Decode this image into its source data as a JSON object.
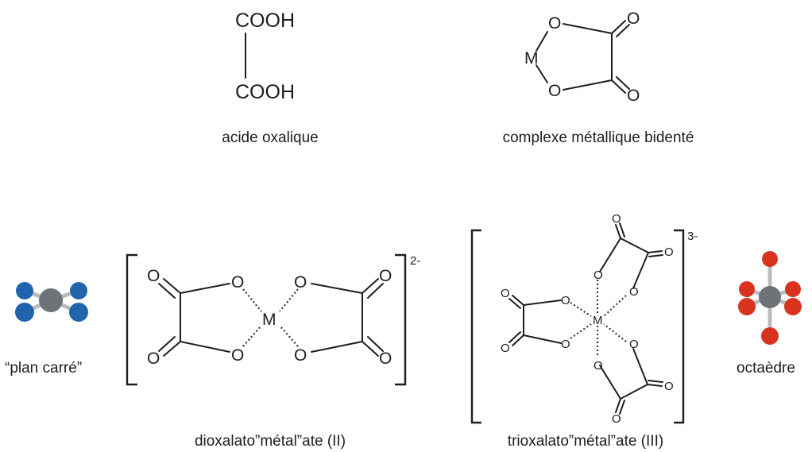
{
  "captions": {
    "oxalic_acid": "acide oxalique",
    "bidentate": "complexe métallique bidenté",
    "square_plane": "“plan carré”",
    "octahedron": "octaèdre",
    "dioxalato": "dioxalato”métal”ate (II)",
    "trioxalato": "trioxalato”métal”ate (III)"
  },
  "atoms": {
    "cooh": "COOH",
    "oxygen": "O",
    "metal": "M"
  },
  "charges": {
    "dioxalato": "2-",
    "trioxalato": "3-"
  },
  "colors": {
    "ink": "#1e1e1e",
    "metal_grey": "#6e737a",
    "bond_grey": "#b9bcc0",
    "square_plane_blue": "#1f64ad",
    "octahedron_red": "#d9331f"
  }
}
